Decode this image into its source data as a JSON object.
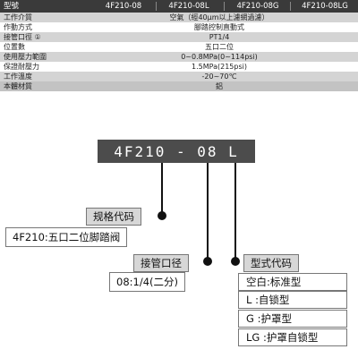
{
  "table": {
    "header": {
      "label": "型號",
      "models": [
        "4F210-08",
        "4F210-08L",
        "4F210-08G",
        "4F210-08LG"
      ]
    },
    "rows": [
      {
        "label": "工作介質",
        "value": "空氣（經40μm以上濾網過濾）"
      },
      {
        "label": "作動方式",
        "value": "腳踏控制直動式"
      },
      {
        "label": "接管口徑 ①",
        "value": "PT1/4"
      },
      {
        "label": "位置數",
        "value": "五口二位"
      },
      {
        "label": "使用壓力範圍",
        "value": "0~0.8MPa(0~114psi)"
      },
      {
        "label": "保證耐壓力",
        "value": "1.5MPa(215psi)"
      },
      {
        "label": "工作溫度",
        "value": "-20~70℃"
      },
      {
        "label": "本體材質",
        "value": "鋁"
      }
    ]
  },
  "model_code": {
    "code": "4F210 - 08   L",
    "spec_code": {
      "title": "规格代码",
      "desc": "4F210:五口二位脚踏阀"
    },
    "port_code": {
      "title": "接管口径",
      "desc": "08:1/4(二分)"
    },
    "type_code": {
      "title": "型式代码",
      "options": [
        "空白:标准型",
        "L   :自锁型",
        "G   :护罩型",
        "LG :护罩自锁型"
      ]
    }
  }
}
